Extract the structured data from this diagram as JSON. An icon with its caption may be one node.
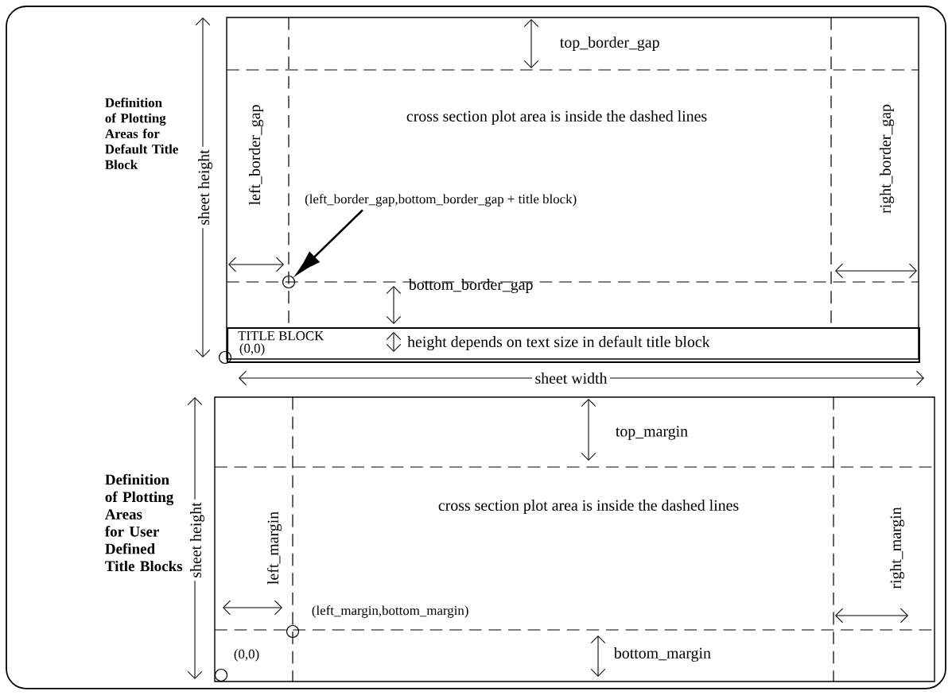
{
  "diagram": {
    "nodes": [
      {
        "text": [
          "(left_border_gap,bottom_border_gap + title block)"
        ]
      },
      {
        "text": [],
        "shape": "circle"
      },
      {
        "text": [
          "TITLE BLOCK",
          "height depends on text size in default title block"
        ]
      },
      {
        "text": [],
        "shape": "circle"
      },
      {
        "text": [],
        "shape": "circle"
      },
      {
        "text": [],
        "shape": "circle"
      }
    ],
    "edges": [
      {
        "from": 0,
        "to": 1,
        "arrow": "to"
      }
    ],
    "labels": [
      "top_border_gap",
      "sheet height",
      "left_border_gap",
      "cross section plot area is inside the dashed lines",
      "right_border_gap",
      "Definition of Plotting Areas for Default Title Block",
      "bottom_border_gap",
      "(0,0)",
      "sheet width",
      "top_margin",
      "sheet height",
      "left_margin",
      "cross section plot area is inside the dashed lines",
      "right_margin",
      "Definition of Plotting Areas for User Defined Title Blocks",
      "(left_margin,bottom_margin)",
      "(0,0)",
      "bottom_margin"
    ]
  }
}
